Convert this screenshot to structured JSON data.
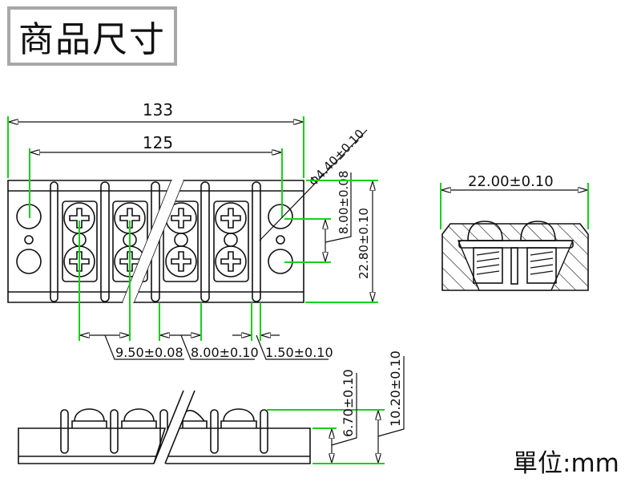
{
  "title": "商品尺寸",
  "unit_label": "單位:mm",
  "top_view": {
    "overall_length": "133",
    "hole_pitch_length": "125",
    "hole_diameter": "Φ4.40±0.10",
    "hole_spacing": "8.00±0.08",
    "width": "22.80±0.10",
    "terminal_pitch": "9.50±0.08",
    "barrier_gap": "8.00±0.10",
    "barrier_thickness": "1.50±0.10"
  },
  "end_view": {
    "width": "22.00±0.10"
  },
  "side_view": {
    "base_height": "6.70±0.10",
    "total_height": "10.20±0.10"
  }
}
